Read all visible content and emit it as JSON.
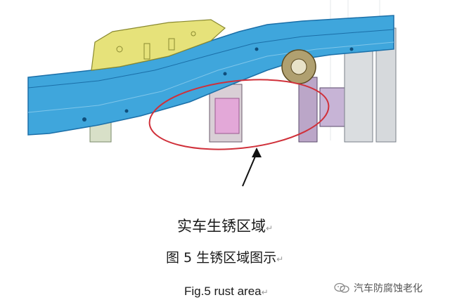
{
  "figure": {
    "colors": {
      "frame_blue": "#3fa6dc",
      "frame_dark": "#1b6fa8",
      "bracket_yellow": "#e6e27a",
      "crossmember_pink": "#e3a8d8",
      "rust_circle": "#d0303a",
      "arrow": "#111111"
    }
  },
  "captions": {
    "cn_title": "实车生锈区域",
    "cn_figure": "图 5 生锈区域图示",
    "en_figure": "Fig.5 rust area"
  },
  "watermark": {
    "icon": "wechat-official-account-icon",
    "text": "汽车防腐蚀老化"
  }
}
